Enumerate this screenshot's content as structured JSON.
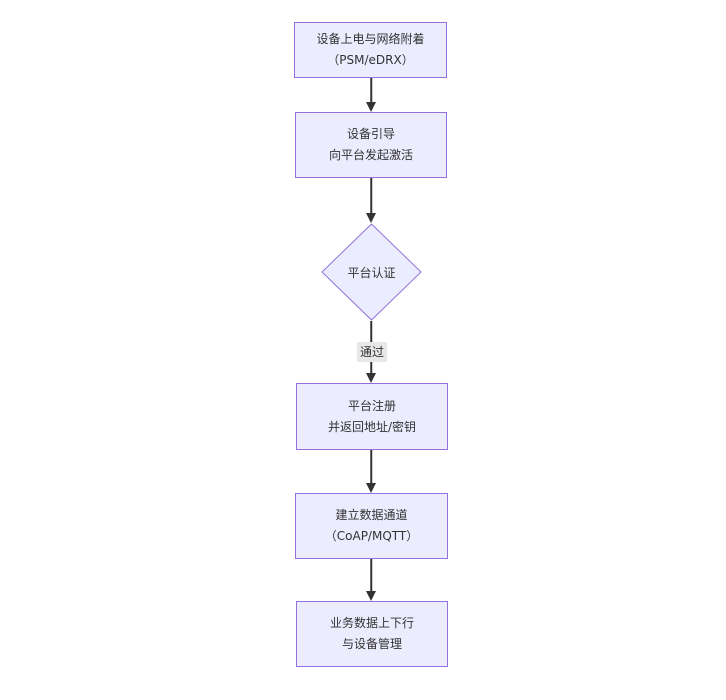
{
  "diagram": {
    "type": "flowchart",
    "direction": "top-down",
    "colors": {
      "background": "#ffffff",
      "node_fill": "#ececff",
      "node_border": "#9370db",
      "text": "#333333",
      "edge": "#333333",
      "edge_label_bg": "#e8e8e8"
    },
    "nodes": [
      {
        "id": "power-attach",
        "shape": "rect",
        "lines": [
          "设备上电与网络附着",
          "（PSM/eDRX）"
        ]
      },
      {
        "id": "bootstrap",
        "shape": "rect",
        "lines": [
          "设备引导",
          "向平台发起激活"
        ]
      },
      {
        "id": "platform-auth",
        "shape": "diamond",
        "lines": [
          "平台认证"
        ]
      },
      {
        "id": "platform-register",
        "shape": "rect",
        "lines": [
          "平台注册",
          "并返回地址/密钥"
        ]
      },
      {
        "id": "data-channel",
        "shape": "rect",
        "lines": [
          "建立数据通道",
          "（CoAP/MQTT）"
        ]
      },
      {
        "id": "business-data",
        "shape": "rect",
        "lines": [
          "业务数据上下行",
          "与设备管理"
        ]
      }
    ],
    "edges": [
      {
        "from": "power-attach",
        "to": "bootstrap",
        "label": ""
      },
      {
        "from": "bootstrap",
        "to": "platform-auth",
        "label": ""
      },
      {
        "from": "platform-auth",
        "to": "platform-register",
        "label": "通过"
      },
      {
        "from": "platform-register",
        "to": "data-channel",
        "label": ""
      },
      {
        "from": "data-channel",
        "to": "business-data",
        "label": ""
      }
    ]
  }
}
